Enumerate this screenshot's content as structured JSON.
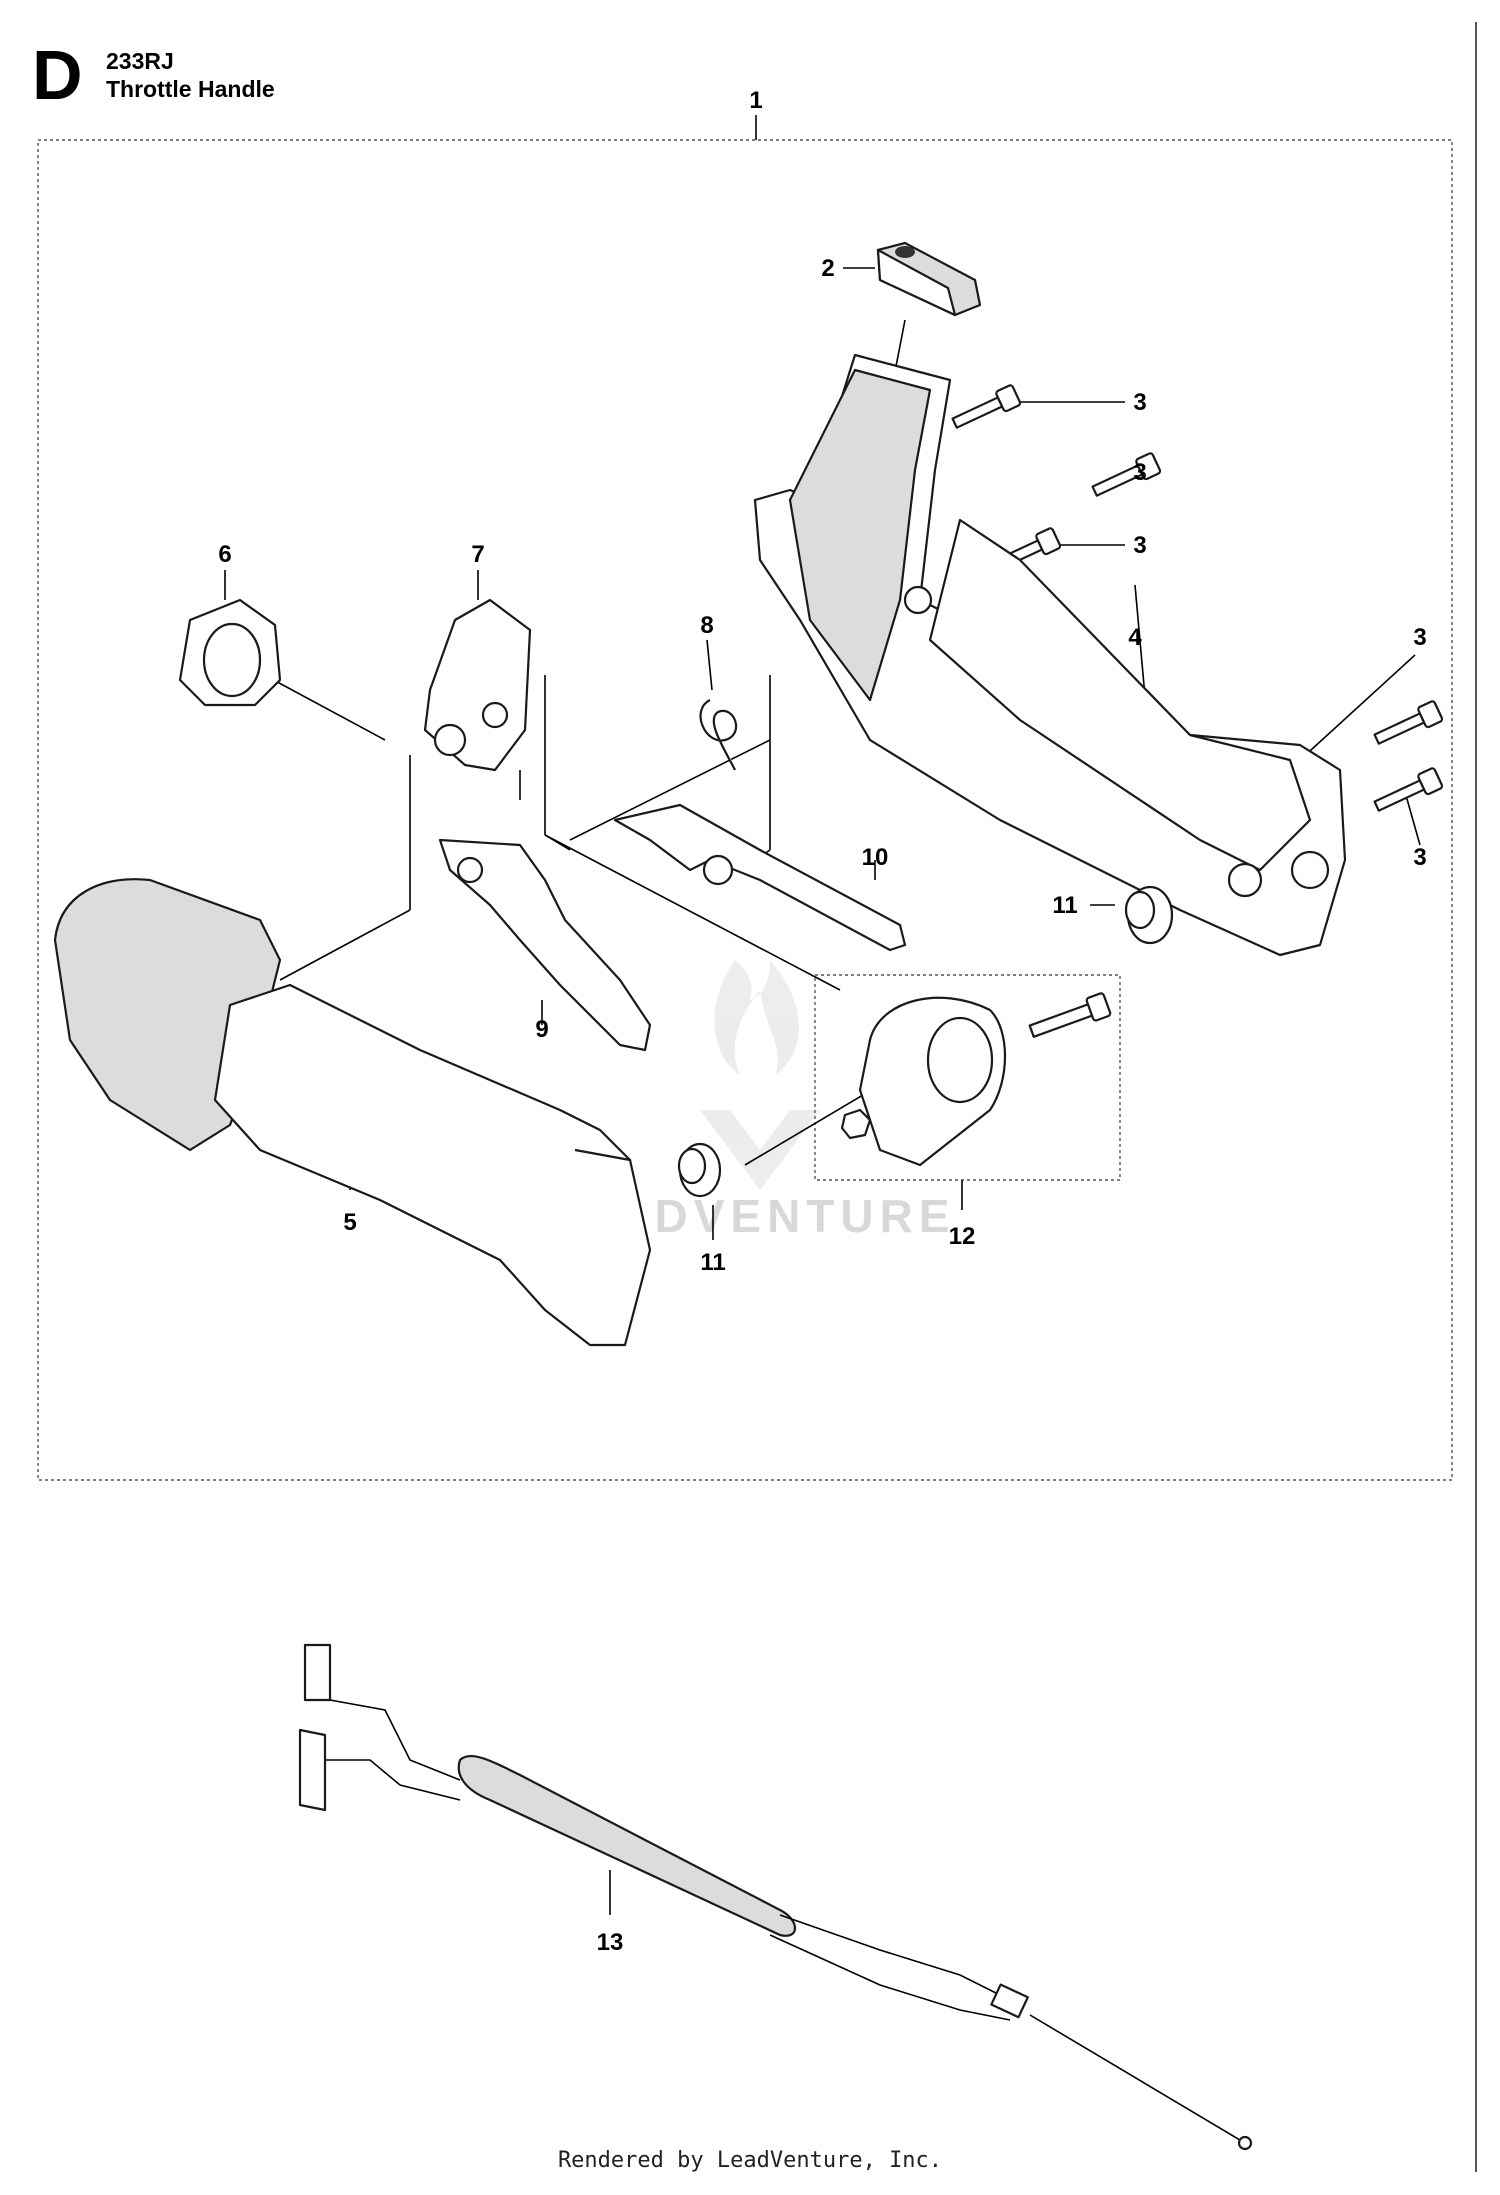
{
  "header": {
    "section_letter": "D",
    "model": "233RJ",
    "title": "Throttle Handle"
  },
  "callouts": [
    {
      "label": "1"
    },
    {
      "label": "2"
    },
    {
      "label": "3"
    },
    {
      "label": "3"
    },
    {
      "label": "3"
    },
    {
      "label": "3"
    },
    {
      "label": "3"
    },
    {
      "label": "4"
    },
    {
      "label": "5"
    },
    {
      "label": "6"
    },
    {
      "label": "7"
    },
    {
      "label": "8"
    },
    {
      "label": "9"
    },
    {
      "label": "10"
    },
    {
      "label": "11"
    },
    {
      "label": "11"
    },
    {
      "label": "12"
    },
    {
      "label": "13"
    }
  ],
  "watermark": "LEADVENTURE",
  "footer": "Rendered by LeadVenture, Inc."
}
